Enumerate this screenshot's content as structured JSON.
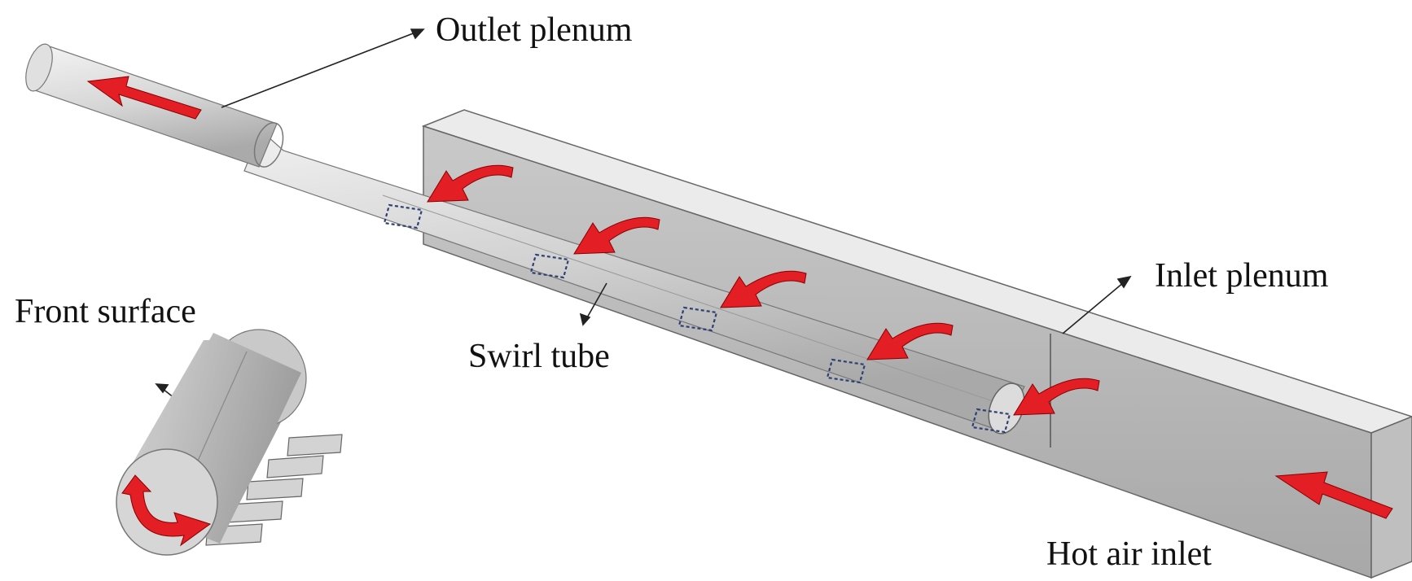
{
  "labels": {
    "outlet_plenum": "Outlet plenum",
    "inlet_plenum": "Inlet plenum",
    "swirl_tube": "Swirl tube",
    "front_surface": "Front surface",
    "hot_air_inlet": "Hot air inlet"
  },
  "colors": {
    "flow_arrow": "#e31e24",
    "flow_arrow_edge": "#8a0000",
    "surface_light": "#e8e8e8",
    "surface_mid": "#bdbdbd",
    "surface_dark": "#9a9a9a",
    "edge": "#555555",
    "jet_outline": "#2d3f73"
  }
}
